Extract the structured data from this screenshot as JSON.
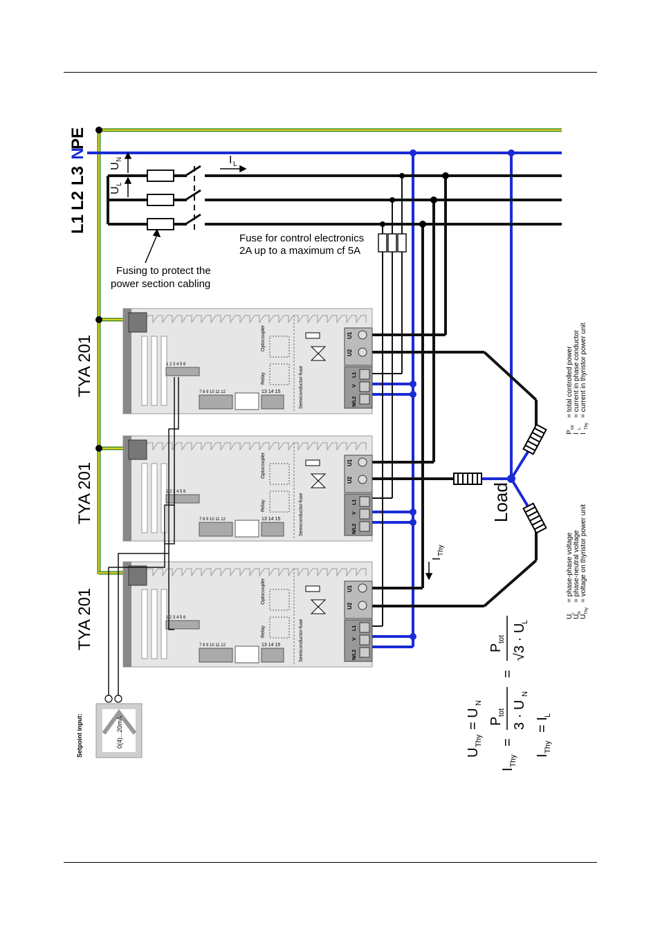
{
  "bus": {
    "pe": "PE",
    "n": "N",
    "l3": "L3",
    "l2": "L2",
    "l1": "L1",
    "colors": {
      "pe_green": "#3e8a2a",
      "pe_yellow": "#e6d21a",
      "neutral": "#1a2bd6",
      "phase": "#111111"
    }
  },
  "voltage_labels": {
    "un": "U",
    "un_sub": "N",
    "ul": "U",
    "ul_sub": "L",
    "il": "I",
    "il_sub": "L"
  },
  "notes": {
    "control_fuse_1": "Fuse for control electronics",
    "control_fuse_2": "2A up to a maximum cf 5A",
    "section_fuse_1": "Fusing to protect the",
    "section_fuse_2": "power section cabling"
  },
  "units": [
    {
      "name": "TYA 201",
      "terminals_top": "1 2 3 4 5 6",
      "terminals_bottom": "7 8 9 10 11 12",
      "relay": "Relay",
      "relay_terminals": "13 14 15",
      "optocoupler": "Optocoupler",
      "semiconductor_fuse": "Semiconductor-fuse",
      "u1": "U1",
      "u2": "U2",
      "l1": "L1",
      "v": "V",
      "nl2": "N/L2"
    },
    {
      "name": "TYA 201",
      "terminals_top": "1 2 3 4 5 6",
      "terminals_bottom": "7 8 9 10 11 12",
      "relay": "Relay",
      "relay_terminals": "13 14 15",
      "optocoupler": "Optocoupler",
      "semiconductor_fuse": "Semiconductor-fuse",
      "u1": "U1",
      "u2": "U2",
      "l1": "L1",
      "v": "V",
      "nl2": "N/L2"
    },
    {
      "name": "TYA 201",
      "terminals_top": "1 2 3 4 5 6",
      "terminals_bottom": "7 8 9 10 11 12",
      "relay": "Relay",
      "relay_terminals": "13 14 15",
      "optocoupler": "Optocoupler",
      "semiconductor_fuse": "Semiconductor-fuse",
      "u1": "U1",
      "u2": "U2",
      "l1": "L1",
      "v": "V",
      "nl2": "N/L2"
    }
  ],
  "load": {
    "label": "Load",
    "ithy": "I",
    "ithy_sub": "Thy"
  },
  "setpoint": {
    "label": "Setpoint input:",
    "range": "0(4)...20mA",
    "minus": "-",
    "plus": "+"
  },
  "formulas": {
    "f1": "U",
    "f1_sub": "Thy",
    "f1_rhs": "= U",
    "f1_rhs_sub": "N",
    "f2": "I",
    "f2_sub": "Thy",
    "f2_eq": "=",
    "f2_num": "P",
    "f2_num_sub": "tot",
    "f2_den": "3 · U",
    "f2_den_sub": "N",
    "f2_eq2": "=",
    "f2_num2": "P",
    "f2_num2_sub": "tot",
    "f2_den2": "√3 · U",
    "f2_den2_sub": "L",
    "f3": "I",
    "f3_sub": "Thy",
    "f3_rhs": "= I",
    "f3_rhs_sub": "L"
  },
  "legend_left": [
    {
      "sym": "U",
      "sub": "L",
      "text": "= phase-phase voltage"
    },
    {
      "sym": "U",
      "sub": "N",
      "text": "= phase-neutral voltage"
    },
    {
      "sym": "U",
      "sub": "Thy",
      "text": "= voltage on thyristor power unit"
    }
  ],
  "legend_right": [
    {
      "sym": "P",
      "sub": "tot",
      "text": "= total controlled power"
    },
    {
      "sym": "I",
      "sub": "L",
      "text": "= current in phase conductor"
    },
    {
      "sym": "I",
      "sub": "Thy",
      "text": "= current in thyristor power unit"
    }
  ]
}
